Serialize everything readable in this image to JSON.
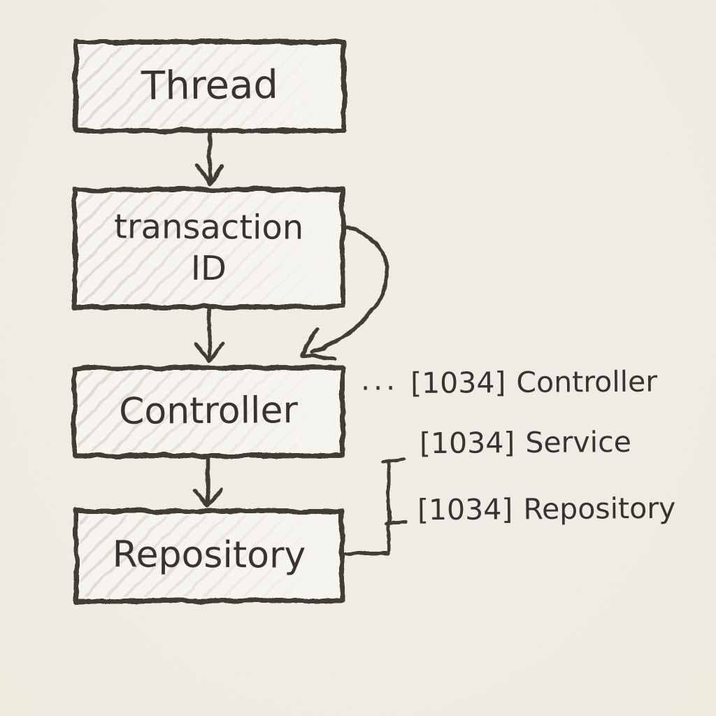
{
  "colors": {
    "paper": "#f2efe8",
    "box_fill": "#f6f4ee",
    "ink": "#413d36",
    "hatch": "#cbc6bb",
    "text": "#37332e"
  },
  "nodes": {
    "thread": {
      "label": "Thread"
    },
    "transaction": {
      "line1": "transaction",
      "line2": "ID"
    },
    "controller": {
      "label": "Controller"
    },
    "repository": {
      "label": "Repository"
    }
  },
  "log": {
    "line1": {
      "prefix": "...",
      "tag": "[1034]",
      "name": "Controller"
    },
    "line2": {
      "tag": "[1034]",
      "name": "Service"
    },
    "line3": {
      "tag": "[1034]",
      "name": "Repository"
    }
  }
}
